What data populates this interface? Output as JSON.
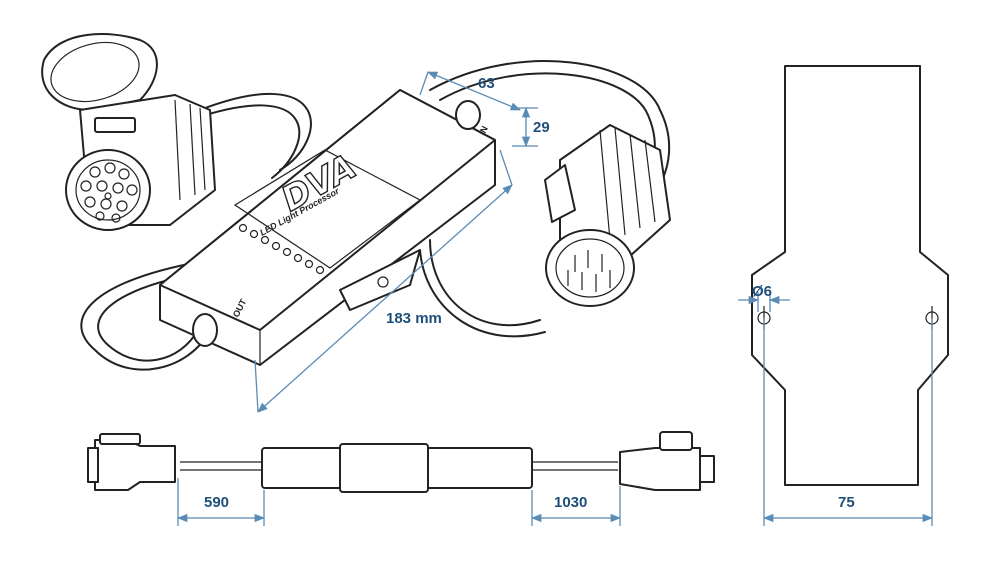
{
  "brand": {
    "name": "DVA",
    "subtitle": "LED Light Processor"
  },
  "ports": {
    "in_label": "IN",
    "out_label": "OUT"
  },
  "dimensions": {
    "width_top": "63",
    "height_top": "29",
    "length": "183 mm",
    "hole": "Ø6",
    "cable_left": "590",
    "cable_right": "1030",
    "plate_width": "75"
  },
  "colors": {
    "dimension": "#1f4f7a",
    "dimension_line": "#5a8bb5",
    "outline": "#222222"
  }
}
